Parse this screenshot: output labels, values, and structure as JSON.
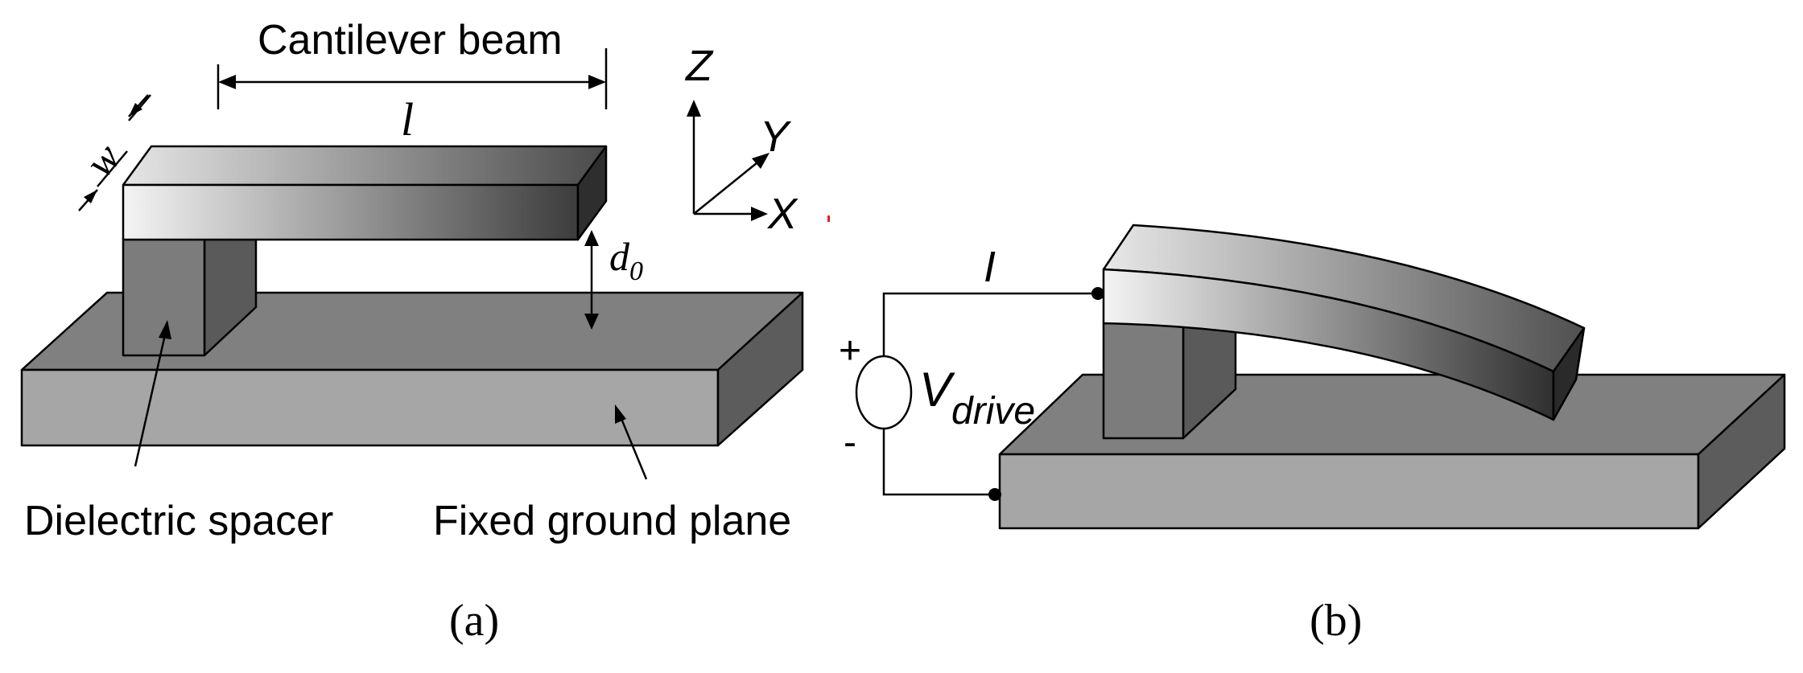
{
  "panel_a": {
    "title": "Cantilever beam",
    "length_symbol": "l",
    "width_symbol": "w",
    "gap_symbol": "d",
    "gap_subscript": "0",
    "spacer_label": "Dielectric spacer",
    "ground_label": "Fixed ground plane",
    "caption": "(a)"
  },
  "axes": {
    "z": "Z",
    "y": "Y",
    "x": "X"
  },
  "panel_b": {
    "current_symbol": "I",
    "plus": "+",
    "minus": "-",
    "voltage_main": "V",
    "voltage_sub": "drive",
    "caption": "(b)"
  },
  "colors": {
    "plate_top": "#808080",
    "plate_front": "#a6a6a6",
    "plate_side": "#5c5c5c",
    "spacer_front": "#7c7c7c",
    "spacer_side": "#5a5a5a",
    "beam_light": "#f2f2f2",
    "beam_dark": "#3a3a3a",
    "line": "#000000"
  }
}
